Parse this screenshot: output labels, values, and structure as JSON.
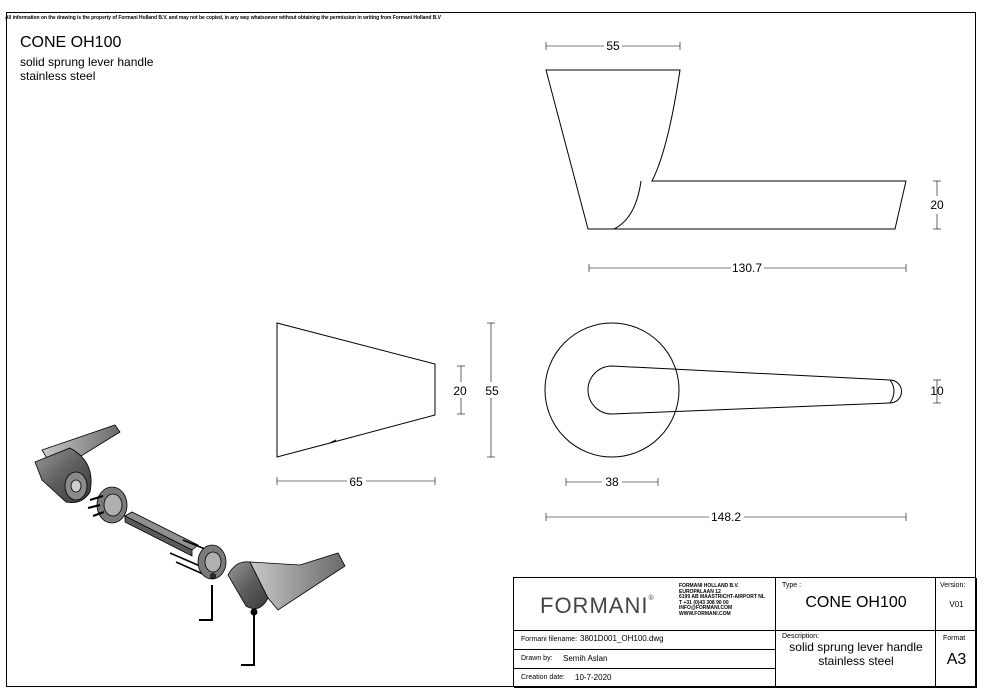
{
  "notice": "All information on the drawing is the property of Formani Holland B.V. and may not be copied, in any way whatsoever without obtaining the permission in writing from Formani Holland B.V",
  "product": {
    "name": "CONE OH100",
    "description_line1": "solid sprung lever handle",
    "description_line2": "stainless steel"
  },
  "dimensions": {
    "top_width": "55",
    "side_height": "20",
    "total_length_top": "130.7",
    "cone_small": "20",
    "cone_large": "55",
    "cone_length": "65",
    "rose_tip": "10",
    "rose_diameter": "38",
    "total_length_front": "148.2"
  },
  "title_block": {
    "logo": "FORMANI",
    "logo_mark": "®",
    "company": "FORMANI HOLLAND B.V.",
    "address1": "EUROPALAAN 12",
    "address2": "6199 AB MAASTRICHT-AIRPORT NL",
    "phone": "T +31 (0)43 308 90 00",
    "email": "INFO@FORMANI.COM",
    "web": "WWW.FORMANI.COM",
    "type_label": "Type :",
    "type_value": "CONE OH100",
    "version_label": "Version:",
    "version_value": "V01",
    "filename_label": "Formani filename:",
    "filename_value": "3801D001_OH100.dwg",
    "drawn_label": "Drawn by:",
    "drawn_value": "Semih Aslan",
    "date_label": "Creation date:",
    "date_value": "10-7-2020",
    "desc_label": "Description:",
    "desc_line1": "solid sprung lever handle",
    "desc_line2": "stainless steel",
    "format_label": "Format",
    "format_value": "A3"
  }
}
